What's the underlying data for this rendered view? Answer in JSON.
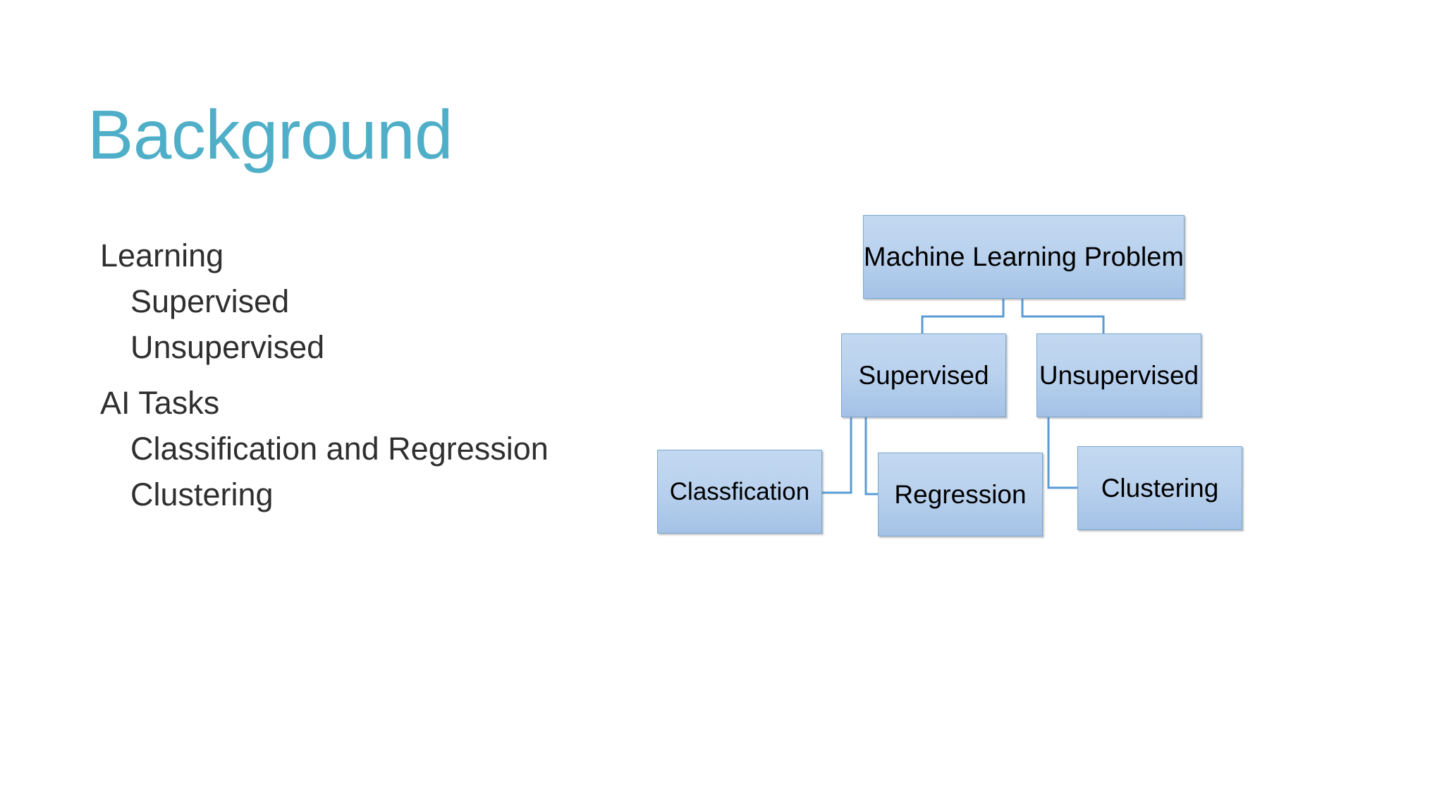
{
  "slide": {
    "title": "Background",
    "title_color": "#4FAFC8",
    "background_color": "#FFFFFF",
    "body_text_color": "#2F2F2F"
  },
  "body": {
    "items": [
      {
        "level": 1,
        "text": "Learning"
      },
      {
        "level": 2,
        "text": "Supervised"
      },
      {
        "level": 2,
        "text": "Unsupervised"
      },
      {
        "level": 1,
        "text": "AI Tasks"
      },
      {
        "level": 2,
        "text": "Classification and Regression"
      },
      {
        "level": 2,
        "text": "Clustering"
      }
    ]
  },
  "flowchart": {
    "node_fill_top": "#C3D8F0",
    "node_fill_bottom": "#A4C2E6",
    "node_border_color": "#7BA7D0",
    "connector_color": "#5B9BD5",
    "nodes": [
      {
        "id": "root",
        "label": "Machine Learning Problem"
      },
      {
        "id": "supervised",
        "label": "Supervised"
      },
      {
        "id": "unsupervised",
        "label": "Unsupervised"
      },
      {
        "id": "classfication",
        "label": "Classfication"
      },
      {
        "id": "regression",
        "label": "Regression"
      },
      {
        "id": "clustering",
        "label": "Clustering"
      }
    ],
    "edges": [
      {
        "from": "root",
        "to": "supervised"
      },
      {
        "from": "root",
        "to": "unsupervised"
      },
      {
        "from": "supervised",
        "to": "classfication"
      },
      {
        "from": "supervised",
        "to": "regression"
      },
      {
        "from": "unsupervised",
        "to": "clustering"
      }
    ]
  }
}
